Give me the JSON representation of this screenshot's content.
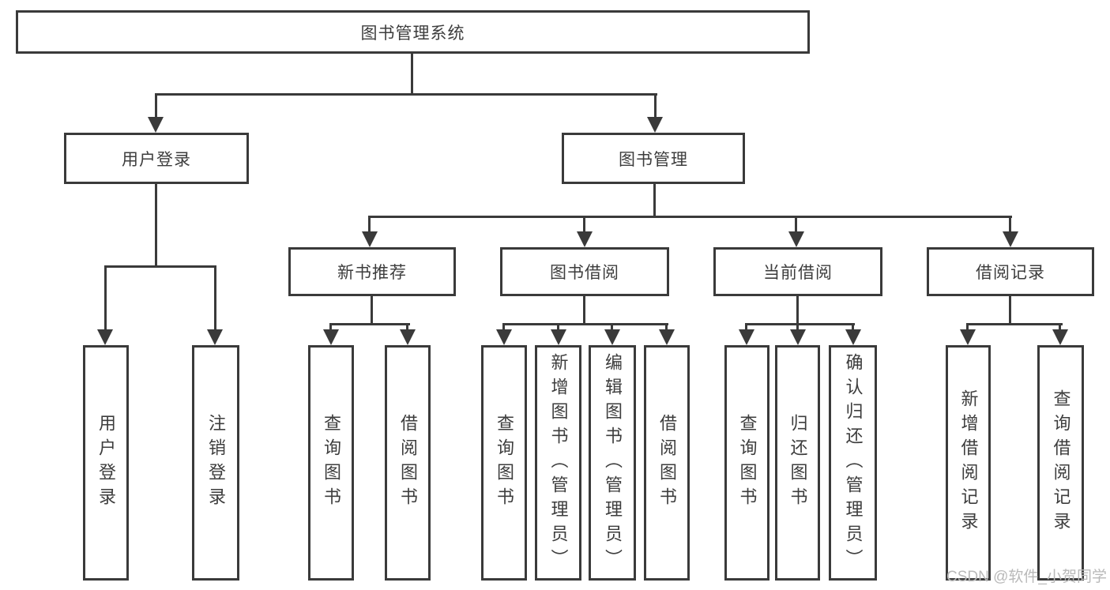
{
  "diagram_type": "function-structure-tree",
  "colors": {
    "line": "#3a3a3a",
    "box_border": "#3a3a3a",
    "text": "#3d3d3d",
    "watermark": "#b9b9b9",
    "background": "#ffffff"
  },
  "tree": {
    "label": "图书管理系统",
    "children": [
      {
        "label": "用户登录",
        "children": [
          {
            "label": "用户登录"
          },
          {
            "label": "注销登录"
          }
        ]
      },
      {
        "label": "图书管理",
        "children": [
          {
            "label": "新书推荐",
            "children": [
              {
                "label": "查询图书"
              },
              {
                "label": "借阅图书"
              }
            ]
          },
          {
            "label": "图书借阅",
            "children": [
              {
                "label": "查询图书"
              },
              {
                "label": "新增图书（管理员）"
              },
              {
                "label": "编辑图书（管理员）"
              },
              {
                "label": "借阅图书"
              }
            ]
          },
          {
            "label": "当前借阅",
            "children": [
              {
                "label": "查询图书"
              },
              {
                "label": "归还图书"
              },
              {
                "label": "确认归还（管理员）"
              }
            ]
          },
          {
            "label": "借阅记录",
            "children": [
              {
                "label": "新增借阅记录"
              },
              {
                "label": "查询借阅记录"
              }
            ]
          }
        ]
      }
    ]
  },
  "watermark": {
    "text": "CSDN @软件_小贺同学"
  }
}
